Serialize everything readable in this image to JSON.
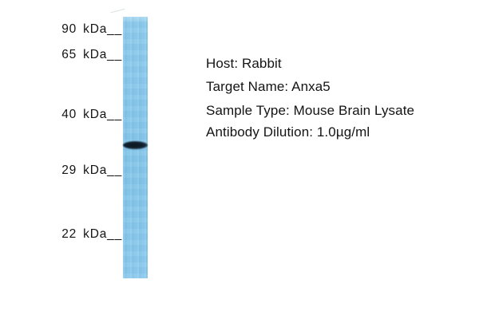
{
  "colors": {
    "background": "#ffffff",
    "lane": "#87c7ea",
    "lane-top": "#a9d9f1",
    "band": "#0b151e",
    "text": "#141414"
  },
  "markers": {
    "unit": "kDa",
    "labels": [
      "90 kDa__",
      "65 kDa__",
      "40 kDa__",
      "29 kDa__",
      "22 kDa__"
    ]
  },
  "blot": {
    "lane_count": 1,
    "bands": [
      "single dark band between the 40 kDa and 29 kDa markers"
    ]
  },
  "info": {
    "lines": [
      "Host: Rabbit",
      "Target Name: Anxa5",
      "Sample Type: Mouse Brain Lysate",
      "Antibody Dilution: 1.0µg/ml"
    ]
  }
}
